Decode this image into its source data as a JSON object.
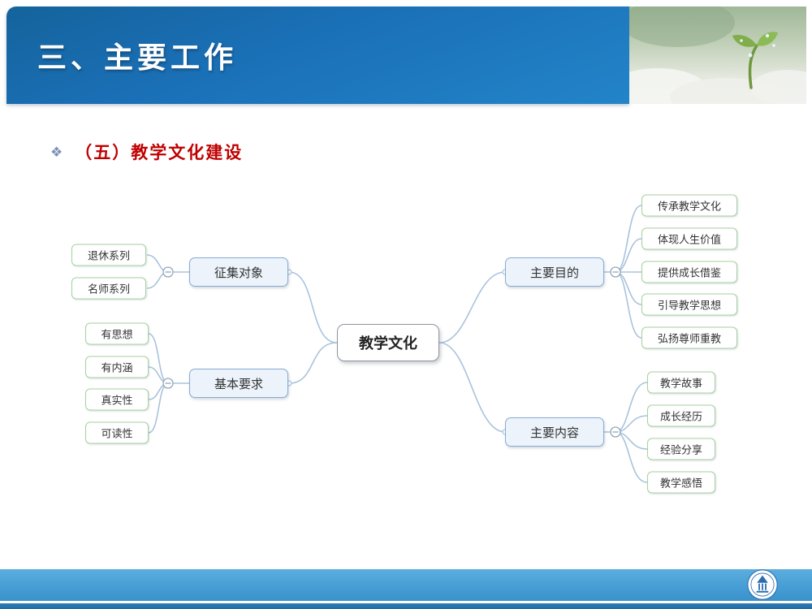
{
  "header": {
    "title": "三、主要工作"
  },
  "subtitle": {
    "bullet": "❖",
    "text": "（五）教学文化建设"
  },
  "mindmap": {
    "root": "教学文化",
    "left_branches": [
      {
        "label": "征集对象",
        "children": [
          "退休系列",
          "名师系列"
        ]
      },
      {
        "label": "基本要求",
        "children": [
          "有思想",
          "有内涵",
          "真实性",
          "可读性"
        ]
      }
    ],
    "right_branches": [
      {
        "label": "主要目的",
        "children": [
          "传承教学文化",
          "体现人生价值",
          "提供成长借鉴",
          "引导教学思想",
          "弘扬尊师重教"
        ]
      },
      {
        "label": "主要内容",
        "children": [
          "教学故事",
          "成长经历",
          "经验分享",
          "教学感悟"
        ]
      }
    ]
  },
  "icons": {
    "bullet": "diamond-bullet",
    "collapse_toggle": "minus-circle",
    "header_photo": "sprout-with-dew-photo",
    "footer_logo": "university-emblem"
  },
  "colors": {
    "header_blue": "#1a6fb5",
    "footer_blue": "#469ed5",
    "footer_line_blue": "#2e7db9",
    "subtitle_red": "#c00000",
    "root_border": "#90959c",
    "branch_border": "#86abd4",
    "branch_fill": "#ecf3fa",
    "leaf_border": "#a8d0a2",
    "connector": "#a9c3dd"
  }
}
